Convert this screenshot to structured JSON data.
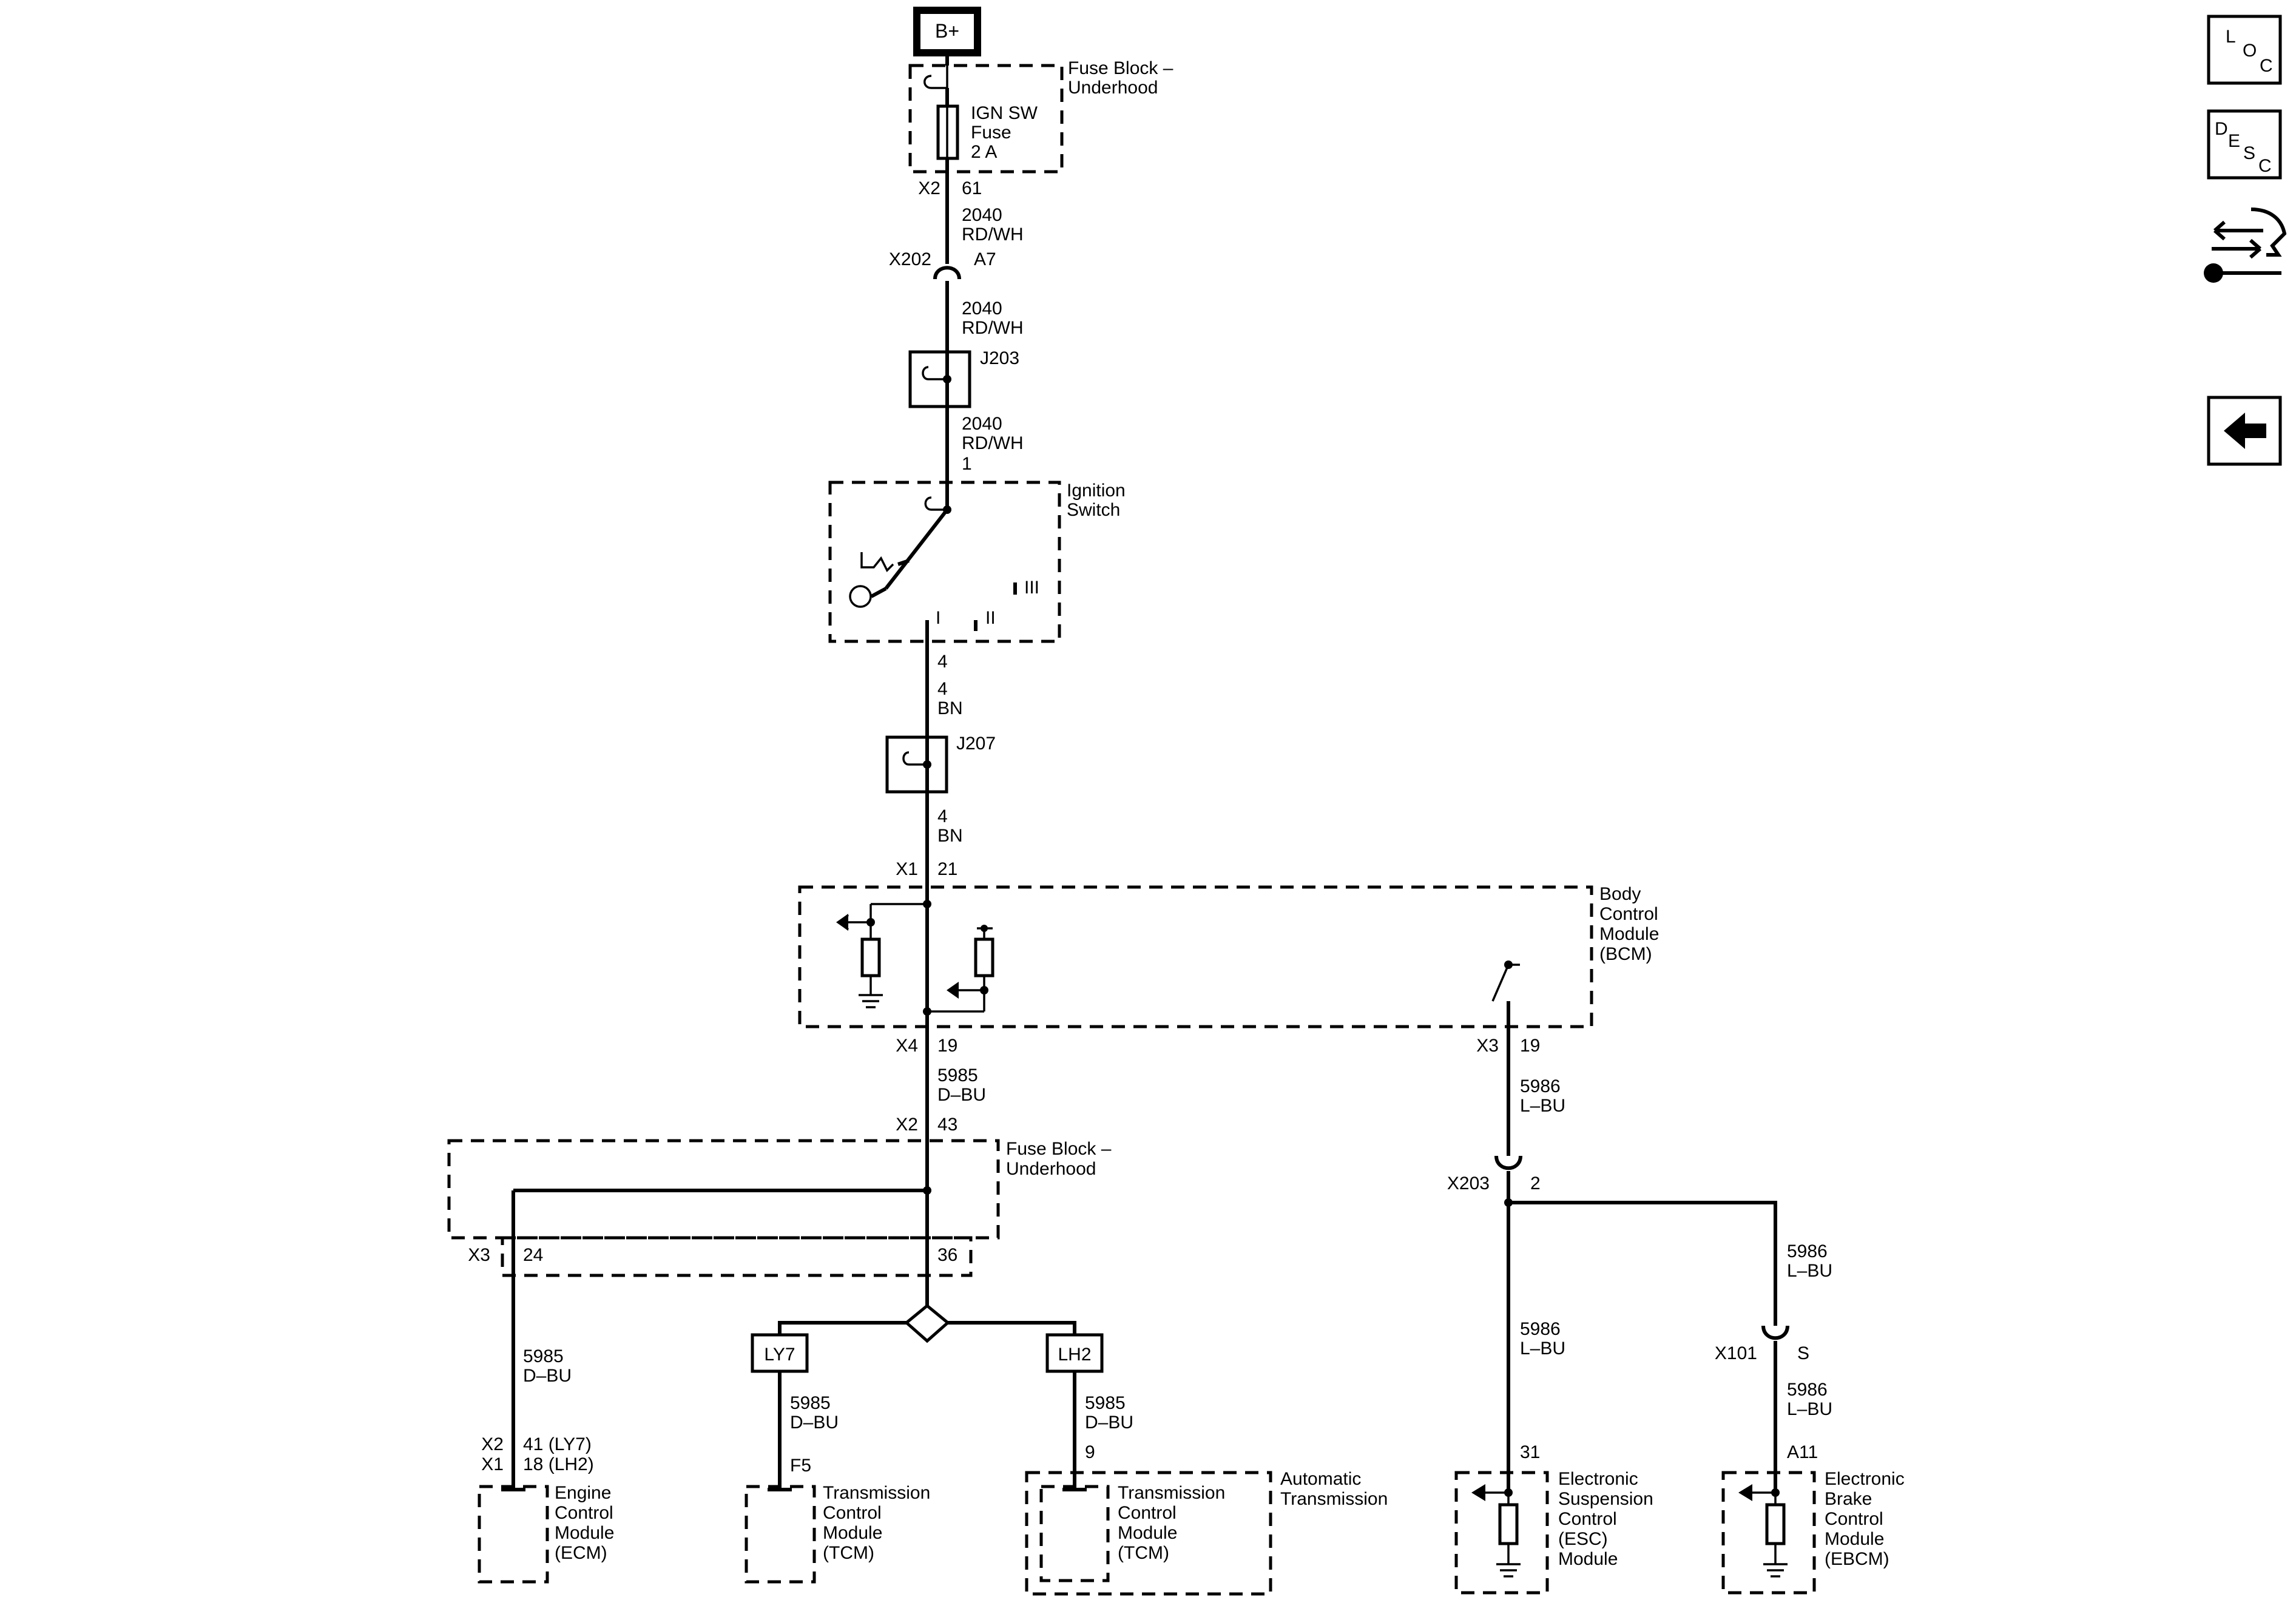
{
  "supply": {
    "label": "B+"
  },
  "fuse_block_top": {
    "title_line1": "Fuse Block –",
    "title_line2": "Underhood",
    "fuse_line1": "IGN SW",
    "fuse_line2": "Fuse",
    "fuse_line3": "2 A",
    "conn": "X2",
    "pin": "61"
  },
  "wire_2040": {
    "circuit": "2040",
    "color": "RD/WH"
  },
  "x202": {
    "conn": "X202",
    "pin": "A7"
  },
  "j203": {
    "label": "J203"
  },
  "ignition": {
    "pin": "1",
    "title_line1": "Ignition",
    "title_line2": "Switch",
    "pos1": "I",
    "pos2": "II",
    "pos3": "III",
    "out_pin": "4"
  },
  "wire_4": {
    "circuit": "4",
    "color": "BN"
  },
  "j207": {
    "label": "J207"
  },
  "bcm": {
    "in_conn": "X1",
    "in_pin": "21",
    "title_line1": "Body",
    "title_line2": "Control",
    "title_line3": "Module",
    "title_line4": "(BCM)",
    "out_conn": "X4",
    "out_pin": "19",
    "out2_conn": "X3",
    "out2_pin": "19"
  },
  "wire_5985": {
    "circuit": "5985",
    "color": "D–BU"
  },
  "wire_5986": {
    "circuit": "5986",
    "color": "L–BU"
  },
  "fuse_block_bottom": {
    "in_conn": "X2",
    "in_pin": "43",
    "title_line1": "Fuse Block –",
    "title_line2": "Underhood",
    "out_conn": "X3",
    "pin_left": "24",
    "pin_right": "36"
  },
  "x203": {
    "conn": "X203",
    "pin": "2"
  },
  "x101": {
    "conn": "X101",
    "pin": "S"
  },
  "options": {
    "ly7": "LY7",
    "lh2": "LH2"
  },
  "ecm": {
    "conn1": "X2",
    "pin1": "41 (LY7)",
    "conn2": "X1",
    "pin2": "18 (LH2)",
    "title_line1": "Engine",
    "title_line2": "Control",
    "title_line3": "Module",
    "title_line4": "(ECM)"
  },
  "tcm_ly7": {
    "pin": "F5",
    "title_line1": "Transmission",
    "title_line2": "Control",
    "title_line3": "Module",
    "title_line4": "(TCM)"
  },
  "tcm_lh2": {
    "pin": "9",
    "title_line1": "Transmission",
    "title_line2": "Control",
    "title_line3": "Module",
    "title_line4": "(TCM)",
    "group_line1": "Automatic",
    "group_line2": "Transmission"
  },
  "esc": {
    "pin": "31",
    "title_line1": "Electronic",
    "title_line2": "Suspension",
    "title_line3": "Control",
    "title_line4": "(ESC)",
    "title_line5": "Module"
  },
  "ebcm": {
    "pin": "A11",
    "title_line1": "Electronic",
    "title_line2": "Brake",
    "title_line3": "Control",
    "title_line4": "Module",
    "title_line5": "(EBCM)"
  },
  "nav": {
    "loc_l": "L",
    "loc_o": "O",
    "loc_c": "C",
    "desc_d": "D",
    "desc_e": "E",
    "desc_s": "S",
    "desc_c": "C"
  },
  "icons": {
    "swap": "swap-arrows-wrench-icon",
    "back": "back-arrow-icon"
  }
}
